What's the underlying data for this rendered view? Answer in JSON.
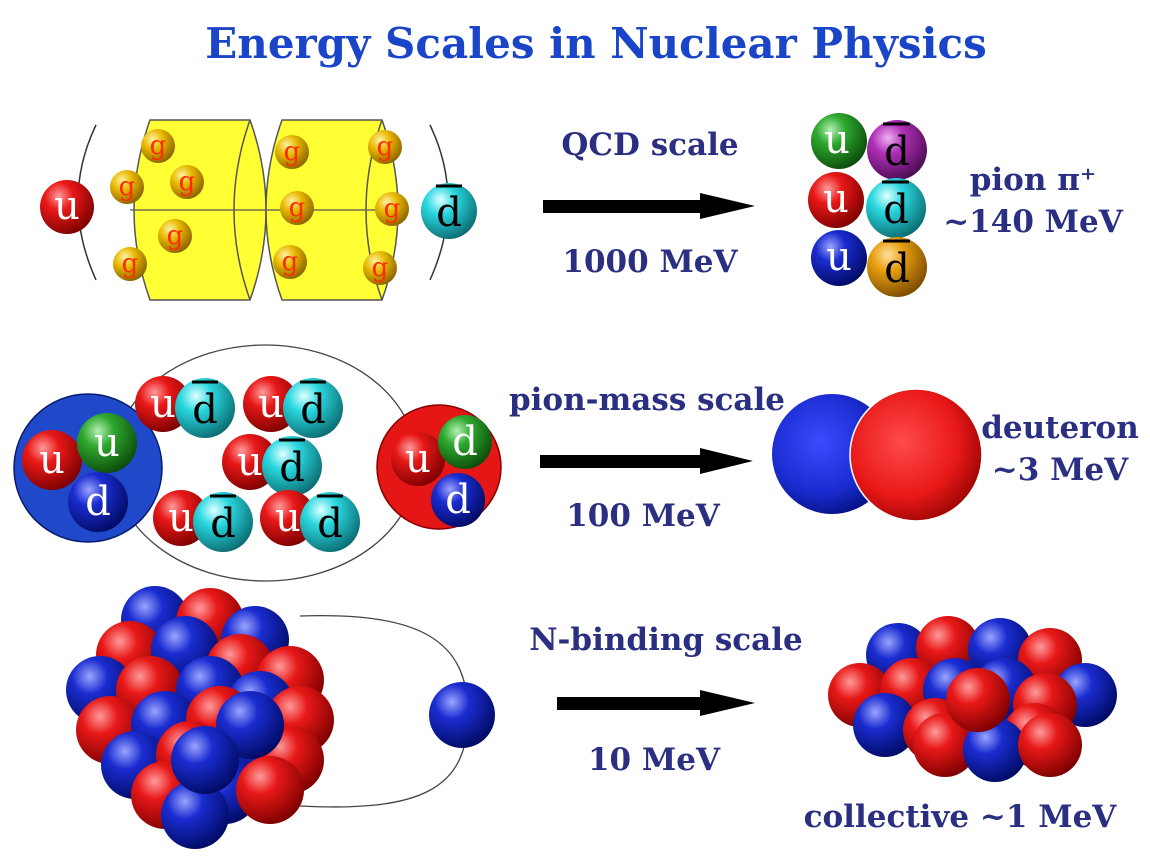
{
  "title": "Energy Scales in Nuclear Physics",
  "rows": [
    {
      "scale": "QCD scale",
      "energy": "1000 MeV",
      "result_line1": "pion π⁺",
      "result_line2": "~140 MeV"
    },
    {
      "scale": "pion-mass scale",
      "energy": "100 MeV",
      "result_line1": "deuteron",
      "result_line2": "~3 MeV"
    },
    {
      "scale": "N-binding scale",
      "energy": "10 MeV",
      "result_line1": "collective ~1 MeV"
    }
  ],
  "quark_labels": {
    "up": "u",
    "down": "d",
    "gluon": "g"
  },
  "colors": {
    "title": "#1a45c8",
    "label": "#2b2f82",
    "proton": "#e01818",
    "neutron": "#1a2cc8",
    "flux_tube": "#ffff33",
    "gluon": "#e8b200",
    "gluon_text": "#ff2a00",
    "red_quark": "#c81010",
    "green_quark": "#2e9a2e",
    "blue_quark": "#1a28b8",
    "cyan_antiquark": "#2ad0d8",
    "magenta_antiquark": "#b030b8",
    "orange_antiquark": "#e89a10"
  }
}
